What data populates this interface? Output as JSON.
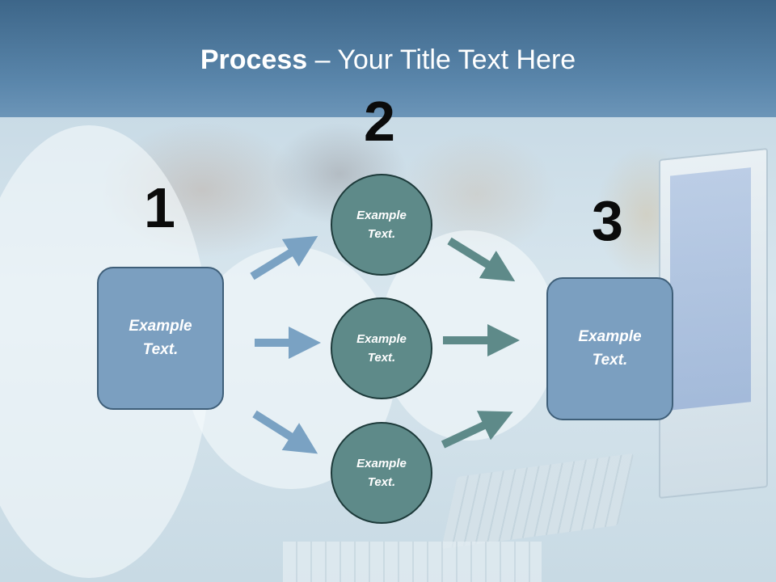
{
  "title": {
    "bold": "Process",
    "rest": " – Your Title Text Here"
  },
  "steps": {
    "one": "1",
    "two": "2",
    "three": "3"
  },
  "left_box": {
    "line1": "Example",
    "line2": "Text."
  },
  "right_box": {
    "line1": "Example",
    "line2": "Text."
  },
  "circles": [
    {
      "line1": "Example",
      "line2": "Text."
    },
    {
      "line1": "Example",
      "line2": "Text."
    },
    {
      "line1": "Example",
      "line2": "Text."
    }
  ],
  "colors": {
    "title_bar": "#4a7498",
    "box_fill": "#7b9fc0",
    "circle_fill": "#5e8a89",
    "arrow_blue": "#7aa2c3",
    "arrow_teal": "#5e8a89"
  }
}
